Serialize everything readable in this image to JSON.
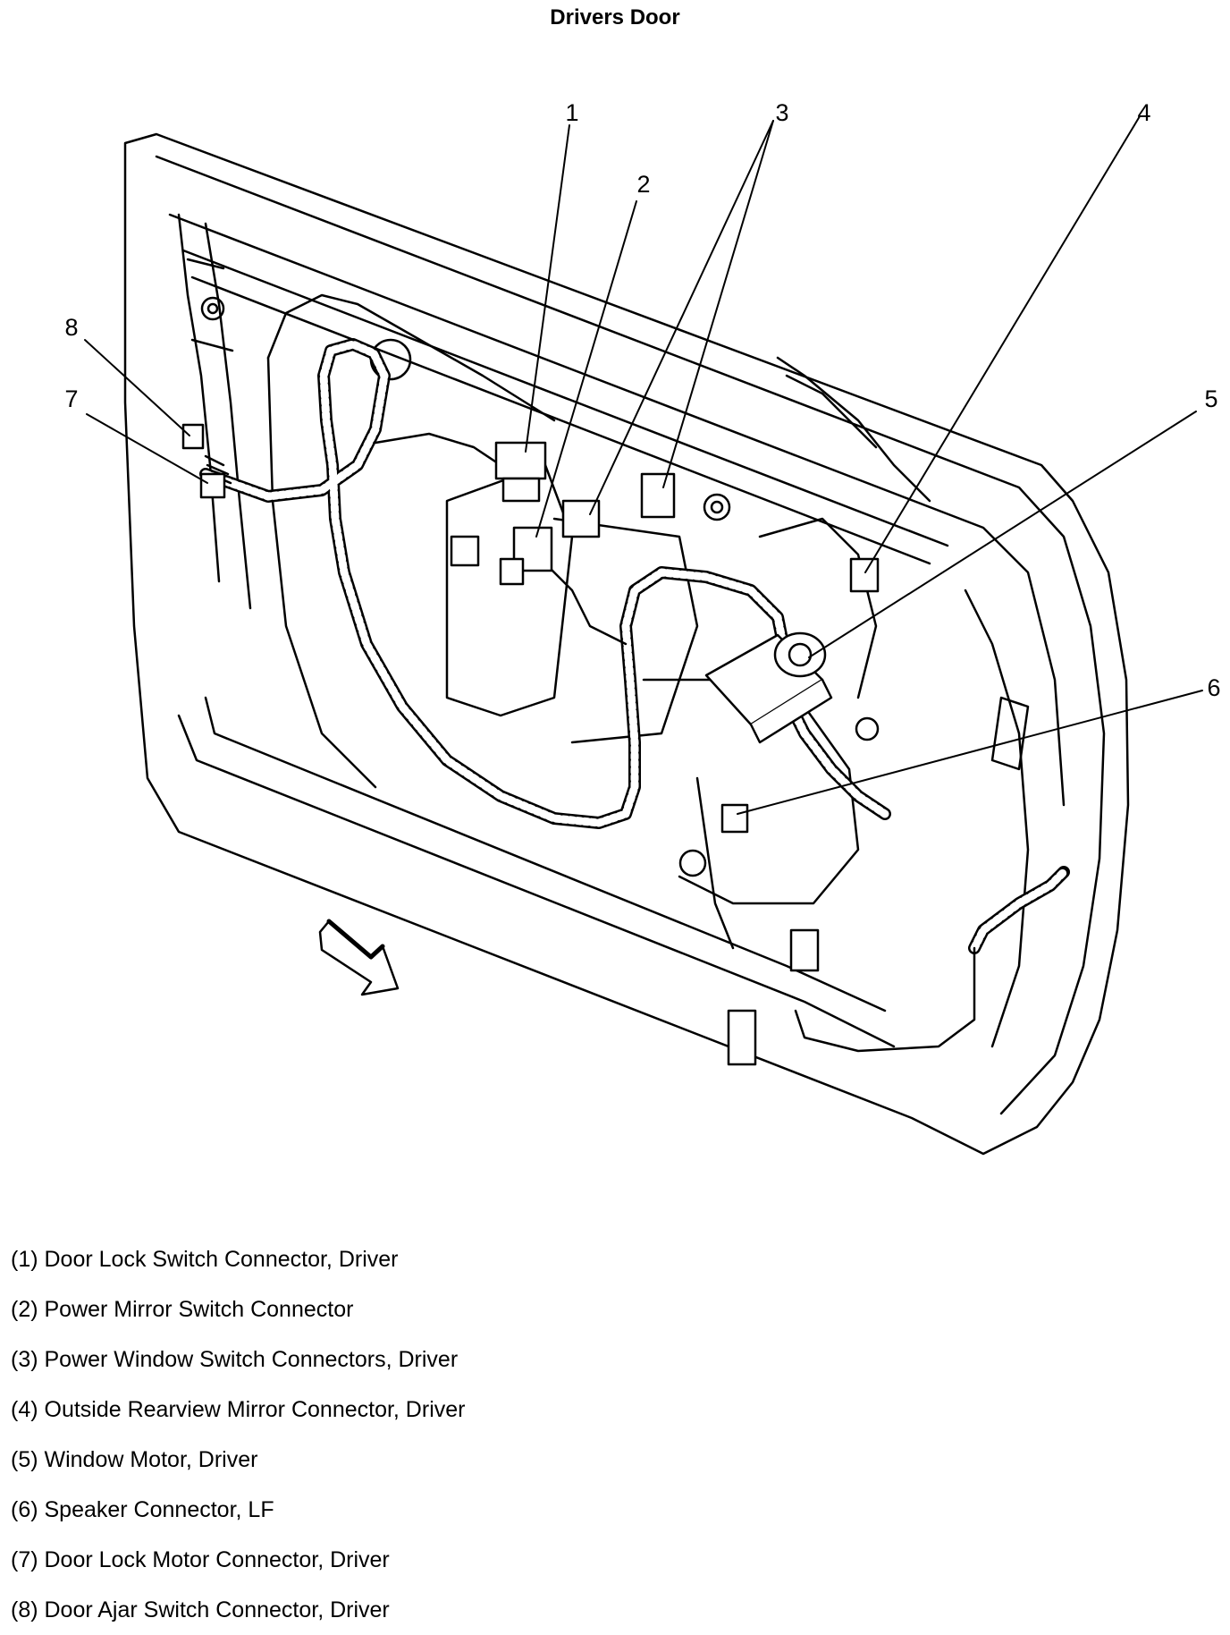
{
  "title": "Drivers Door",
  "callouts": [
    "1",
    "2",
    "3",
    "4",
    "5",
    "6",
    "7",
    "8"
  ],
  "legend": [
    "(1) Door Lock Switch Connector, Driver",
    "(2) Power Mirror Switch Connector",
    "(3) Power Window Switch Connectors, Driver",
    "(4) Outside Rearview Mirror Connector, Driver",
    "(5) Window Motor, Driver",
    "(6) Speaker Connector, LF",
    "(7) Door Lock Motor Connector, Driver",
    "(8) Door Ajar Switch Connector, Driver"
  ]
}
